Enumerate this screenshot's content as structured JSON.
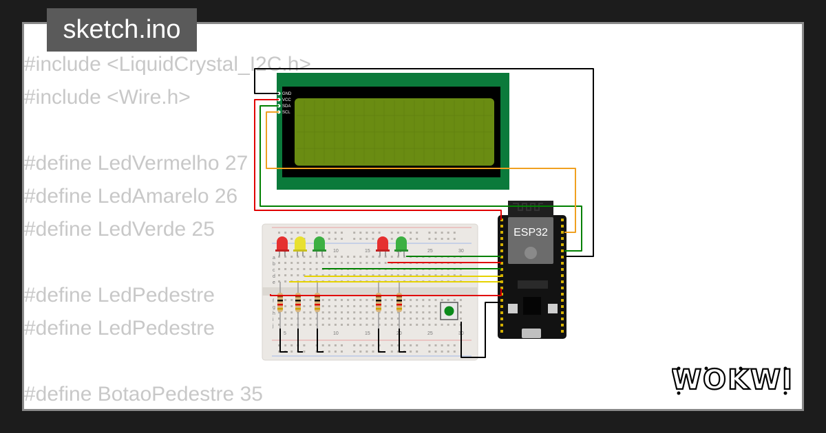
{
  "file_tab": {
    "title": "sketch.ino"
  },
  "code_lines": [
    "#include <LiquidCrystal_I2C.h>",
    "#include <Wire.h>",
    "",
    "#define LedVermelho 27",
    "#define LedAmarelo 26",
    "#define LedVerde 25",
    "",
    "#define LedPedestre",
    "#define LedPedestre",
    "",
    "#define BotaoPedestre 35"
  ],
  "lcd": {
    "pins": [
      "GND",
      "VCC",
      "SDA",
      "SCL"
    ]
  },
  "breadboard": {
    "column_numbers": [
      "5",
      "10",
      "15",
      "20",
      "25",
      "30"
    ],
    "row_letters": [
      "a",
      "b",
      "c",
      "d",
      "e",
      "f",
      "g",
      "h",
      "i",
      "j"
    ]
  },
  "esp32": {
    "label": "ESP32"
  },
  "brand": {
    "logo_text": "WOKWI"
  },
  "colors": {
    "background": "#1c1c1c",
    "lcd_board": "#0b7a3b",
    "lcd_screen": "#6a8c12",
    "led_red": "#e53030",
    "led_yellow": "#e8e030",
    "led_green": "#3cb043",
    "wire_red": "#e00000",
    "wire_green": "#008000",
    "wire_orange": "#f0a020",
    "wire_yellow": "#e6d200",
    "wire_black": "#000000"
  }
}
